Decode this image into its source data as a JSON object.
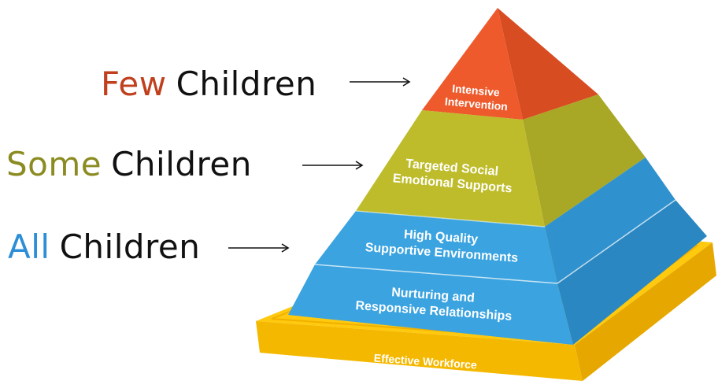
{
  "labels": {
    "few": {
      "word": "Few",
      "children": "Children",
      "color": "#c0401e"
    },
    "some": {
      "word": "Some",
      "children": "Children",
      "color": "#8b8b22"
    },
    "all": {
      "word": "All",
      "children": "Children",
      "color": "#2c8ed6"
    }
  },
  "tiers": {
    "top": {
      "line1": "Intensive",
      "line2": "Intervention",
      "color": "#ee5a2c"
    },
    "middle": {
      "line1": "Targeted Social",
      "line2": "Emotional Supports",
      "color": "#bebc2a"
    },
    "upper_base": {
      "line1": "High Quality",
      "line2": "Supportive Environments",
      "color": "#3aa3e0"
    },
    "lower_base": {
      "line1": "Nurturing and",
      "line2": "Responsive Relationships",
      "color": "#3aa3e0"
    },
    "foundation": {
      "label": "Effective Workforce",
      "color": "#ffc90e"
    }
  },
  "colors": {
    "text_dark": "#111111",
    "arrow": "#111111"
  }
}
